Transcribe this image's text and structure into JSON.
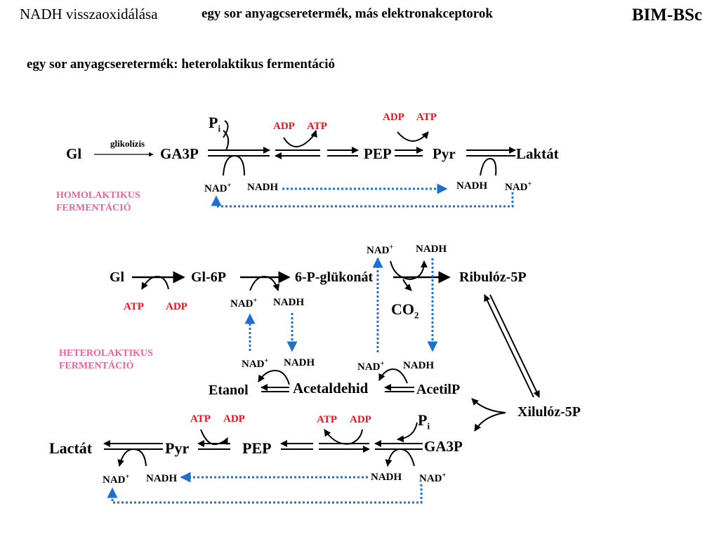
{
  "header": {
    "left": "NADH visszaoxidálása",
    "center": "egy sor anyagcseretermék,  más elektronakceptorok",
    "right": "BIM-BSc"
  },
  "subtitle": "egy sor anyagcseretermék: heterolaktikus fermentáció",
  "homo": {
    "label_line1": "HOMOLAKTIKUS",
    "label_line2": "FERMENTÁCIÓ",
    "gl": "Gl",
    "glikolizis": "glikolízis",
    "ga3p": "GA3P",
    "pep": "PEP",
    "pyr": "Pyr",
    "laktat": "Laktát",
    "pi_main": "P",
    "pi_sub": "i",
    "adp1": "ADP",
    "atp1": "ATP",
    "adp2": "ADP",
    "atp2": "ATP",
    "nad_left": "NAD",
    "nadh_left": "NADH",
    "nadh_right": "NADH",
    "nad_right": "NAD",
    "plus": "+"
  },
  "hetero": {
    "label_line1": "HETEROLAKTIKUS",
    "label_line2": "FERMENTÁCIÓ",
    "gl": "Gl",
    "gl6p": "Gl-6P",
    "p6glukonat": "6-P-glükonát",
    "ribuloz": "Ribulóz-5P",
    "xiluloz": "Xilulóz-5P",
    "co2_main": "CO",
    "co2_sub": "2",
    "atp_top": "ATP",
    "adp_top": "ADP",
    "nad_a": "NAD",
    "nadh_a": "NADH",
    "nad_b": "NAD",
    "nadh_b": "NADH",
    "nad_c": "NAD",
    "nadh_c": "NADH",
    "nad_d": "NAD",
    "nadh_d": "NADH",
    "etanol": "Etanol",
    "acetaldehid": "Acetaldehid",
    "acetilp": "AcetilP",
    "lactat": "Lactát",
    "pyr": "Pyr",
    "pep": "PEP",
    "ga3p": "GA3P",
    "pi_main": "P",
    "pi_sub": "i",
    "atp1": "ATP",
    "adp1": "ADP",
    "atp2": "ATP",
    "adp2": "ADP",
    "nad_bl": "NAD",
    "nadh_bl": "NADH",
    "nadh_br": "NADH",
    "nad_br": "NAD",
    "plus": "+"
  },
  "colors": {
    "text": "#000000",
    "red": "#e8141c",
    "pink": "#e8649a",
    "blue_dotted": "#1f6fd1"
  }
}
